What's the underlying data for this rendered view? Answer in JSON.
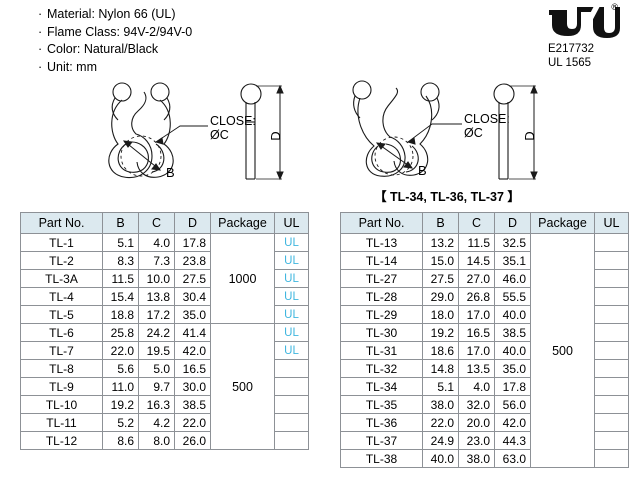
{
  "specs": {
    "bullet": "·",
    "lines": [
      "Material: Nylon 66 (UL)",
      "Flame Class: 94V-2/94V-0",
      "Color: Natural/Black",
      "Unit: mm"
    ]
  },
  "ul_mark": {
    "logo": "ul-logo-icon",
    "registered": "®",
    "file_number": "E217732",
    "standard": "UL 1565"
  },
  "drawings": [
    {
      "id": "drawing-left",
      "close_label": "CLOSE:",
      "diameter_label": "ØC",
      "b_label": "B",
      "d_label": "D",
      "caption": ""
    },
    {
      "id": "drawing-right",
      "close_label": "CLOSE:",
      "diameter_label": "ØC",
      "b_label": "B",
      "d_label": "D",
      "caption": "【 TL-34, TL-36, TL-37 】"
    }
  ],
  "tables": [
    {
      "id": "table-left",
      "headers": [
        "Part No.",
        "B",
        "C",
        "D",
        "Package",
        "UL"
      ],
      "rows": [
        {
          "part": "TL-1",
          "b": "5.1",
          "c": "4.0",
          "d": "17.8",
          "ul": "UL"
        },
        {
          "part": "TL-2",
          "b": "8.3",
          "c": "7.3",
          "d": "23.8",
          "ul": "UL"
        },
        {
          "part": "TL-3A",
          "b": "11.5",
          "c": "10.0",
          "d": "27.5",
          "ul": "UL"
        },
        {
          "part": "TL-4",
          "b": "15.4",
          "c": "13.8",
          "d": "30.4",
          "ul": "UL"
        },
        {
          "part": "TL-5",
          "b": "18.8",
          "c": "17.2",
          "d": "35.0",
          "ul": "UL"
        },
        {
          "part": "TL-6",
          "b": "25.8",
          "c": "24.2",
          "d": "41.4",
          "ul": "UL"
        },
        {
          "part": "TL-7",
          "b": "22.0",
          "c": "19.5",
          "d": "42.0",
          "ul": "UL"
        },
        {
          "part": "TL-8",
          "b": "5.6",
          "c": "5.0",
          "d": "16.5",
          "ul": ""
        },
        {
          "part": "TL-9",
          "b": "11.0",
          "c": "9.7",
          "d": "30.0",
          "ul": ""
        },
        {
          "part": "TL-10",
          "b": "19.2",
          "c": "16.3",
          "d": "38.5",
          "ul": ""
        },
        {
          "part": "TL-11",
          "b": "5.2",
          "c": "4.2",
          "d": "22.0",
          "ul": ""
        },
        {
          "part": "TL-12",
          "b": "8.6",
          "c": "8.0",
          "d": "26.0",
          "ul": ""
        }
      ],
      "packages": [
        {
          "value": "1000",
          "span": 5
        },
        {
          "value": "500",
          "span": 7
        }
      ]
    },
    {
      "id": "table-right",
      "headers": [
        "Part No.",
        "B",
        "C",
        "D",
        "Package",
        "UL"
      ],
      "rows": [
        {
          "part": "TL-13",
          "b": "13.2",
          "c": "11.5",
          "d": "32.5",
          "ul": ""
        },
        {
          "part": "TL-14",
          "b": "15.0",
          "c": "14.5",
          "d": "35.1",
          "ul": ""
        },
        {
          "part": "TL-27",
          "b": "27.5",
          "c": "27.0",
          "d": "46.0",
          "ul": ""
        },
        {
          "part": "TL-28",
          "b": "29.0",
          "c": "26.8",
          "d": "55.5",
          "ul": ""
        },
        {
          "part": "TL-29",
          "b": "18.0",
          "c": "17.0",
          "d": "40.0",
          "ul": ""
        },
        {
          "part": "TL-30",
          "b": "19.2",
          "c": "16.5",
          "d": "38.5",
          "ul": ""
        },
        {
          "part": "TL-31",
          "b": "18.6",
          "c": "17.0",
          "d": "40.0",
          "ul": ""
        },
        {
          "part": "TL-32",
          "b": "14.8",
          "c": "13.5",
          "d": "35.0",
          "ul": ""
        },
        {
          "part": "TL-34",
          "b": "5.1",
          "c": "4.0",
          "d": "17.8",
          "ul": ""
        },
        {
          "part": "TL-35",
          "b": "38.0",
          "c": "32.0",
          "d": "56.0",
          "ul": ""
        },
        {
          "part": "TL-36",
          "b": "22.0",
          "c": "20.0",
          "d": "42.0",
          "ul": ""
        },
        {
          "part": "TL-37",
          "b": "24.9",
          "c": "23.0",
          "d": "44.3",
          "ul": ""
        },
        {
          "part": "TL-38",
          "b": "40.0",
          "c": "38.0",
          "d": "63.0",
          "ul": ""
        }
      ],
      "packages": [
        {
          "value": "500",
          "span": 13
        }
      ]
    }
  ],
  "colors": {
    "header_bg": "#dce9ef",
    "ul_text": "#3fb6df",
    "border": "#8d9196",
    "line": "#1a1a1a"
  }
}
